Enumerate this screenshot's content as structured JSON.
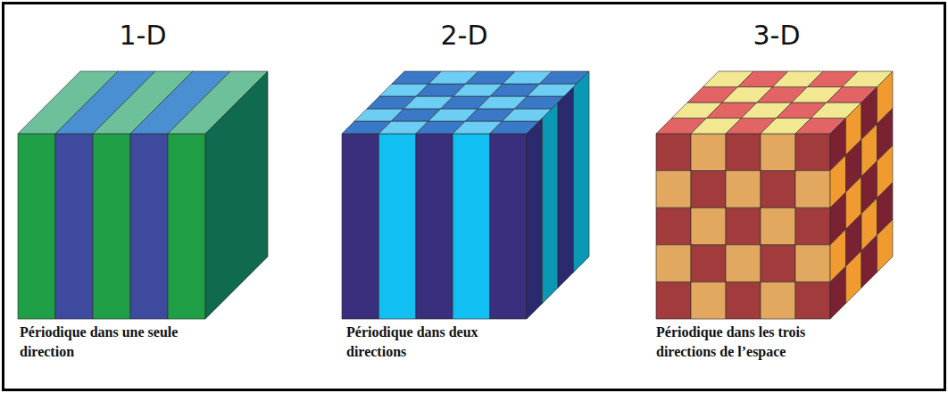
{
  "diagram": {
    "labels": [
      "1-D",
      "2-D",
      "3-D",
      "Périodique dans une seule direction",
      "Périodique dans deux directions",
      "Périodique dans les trois directions de l’espace"
    ]
  }
}
